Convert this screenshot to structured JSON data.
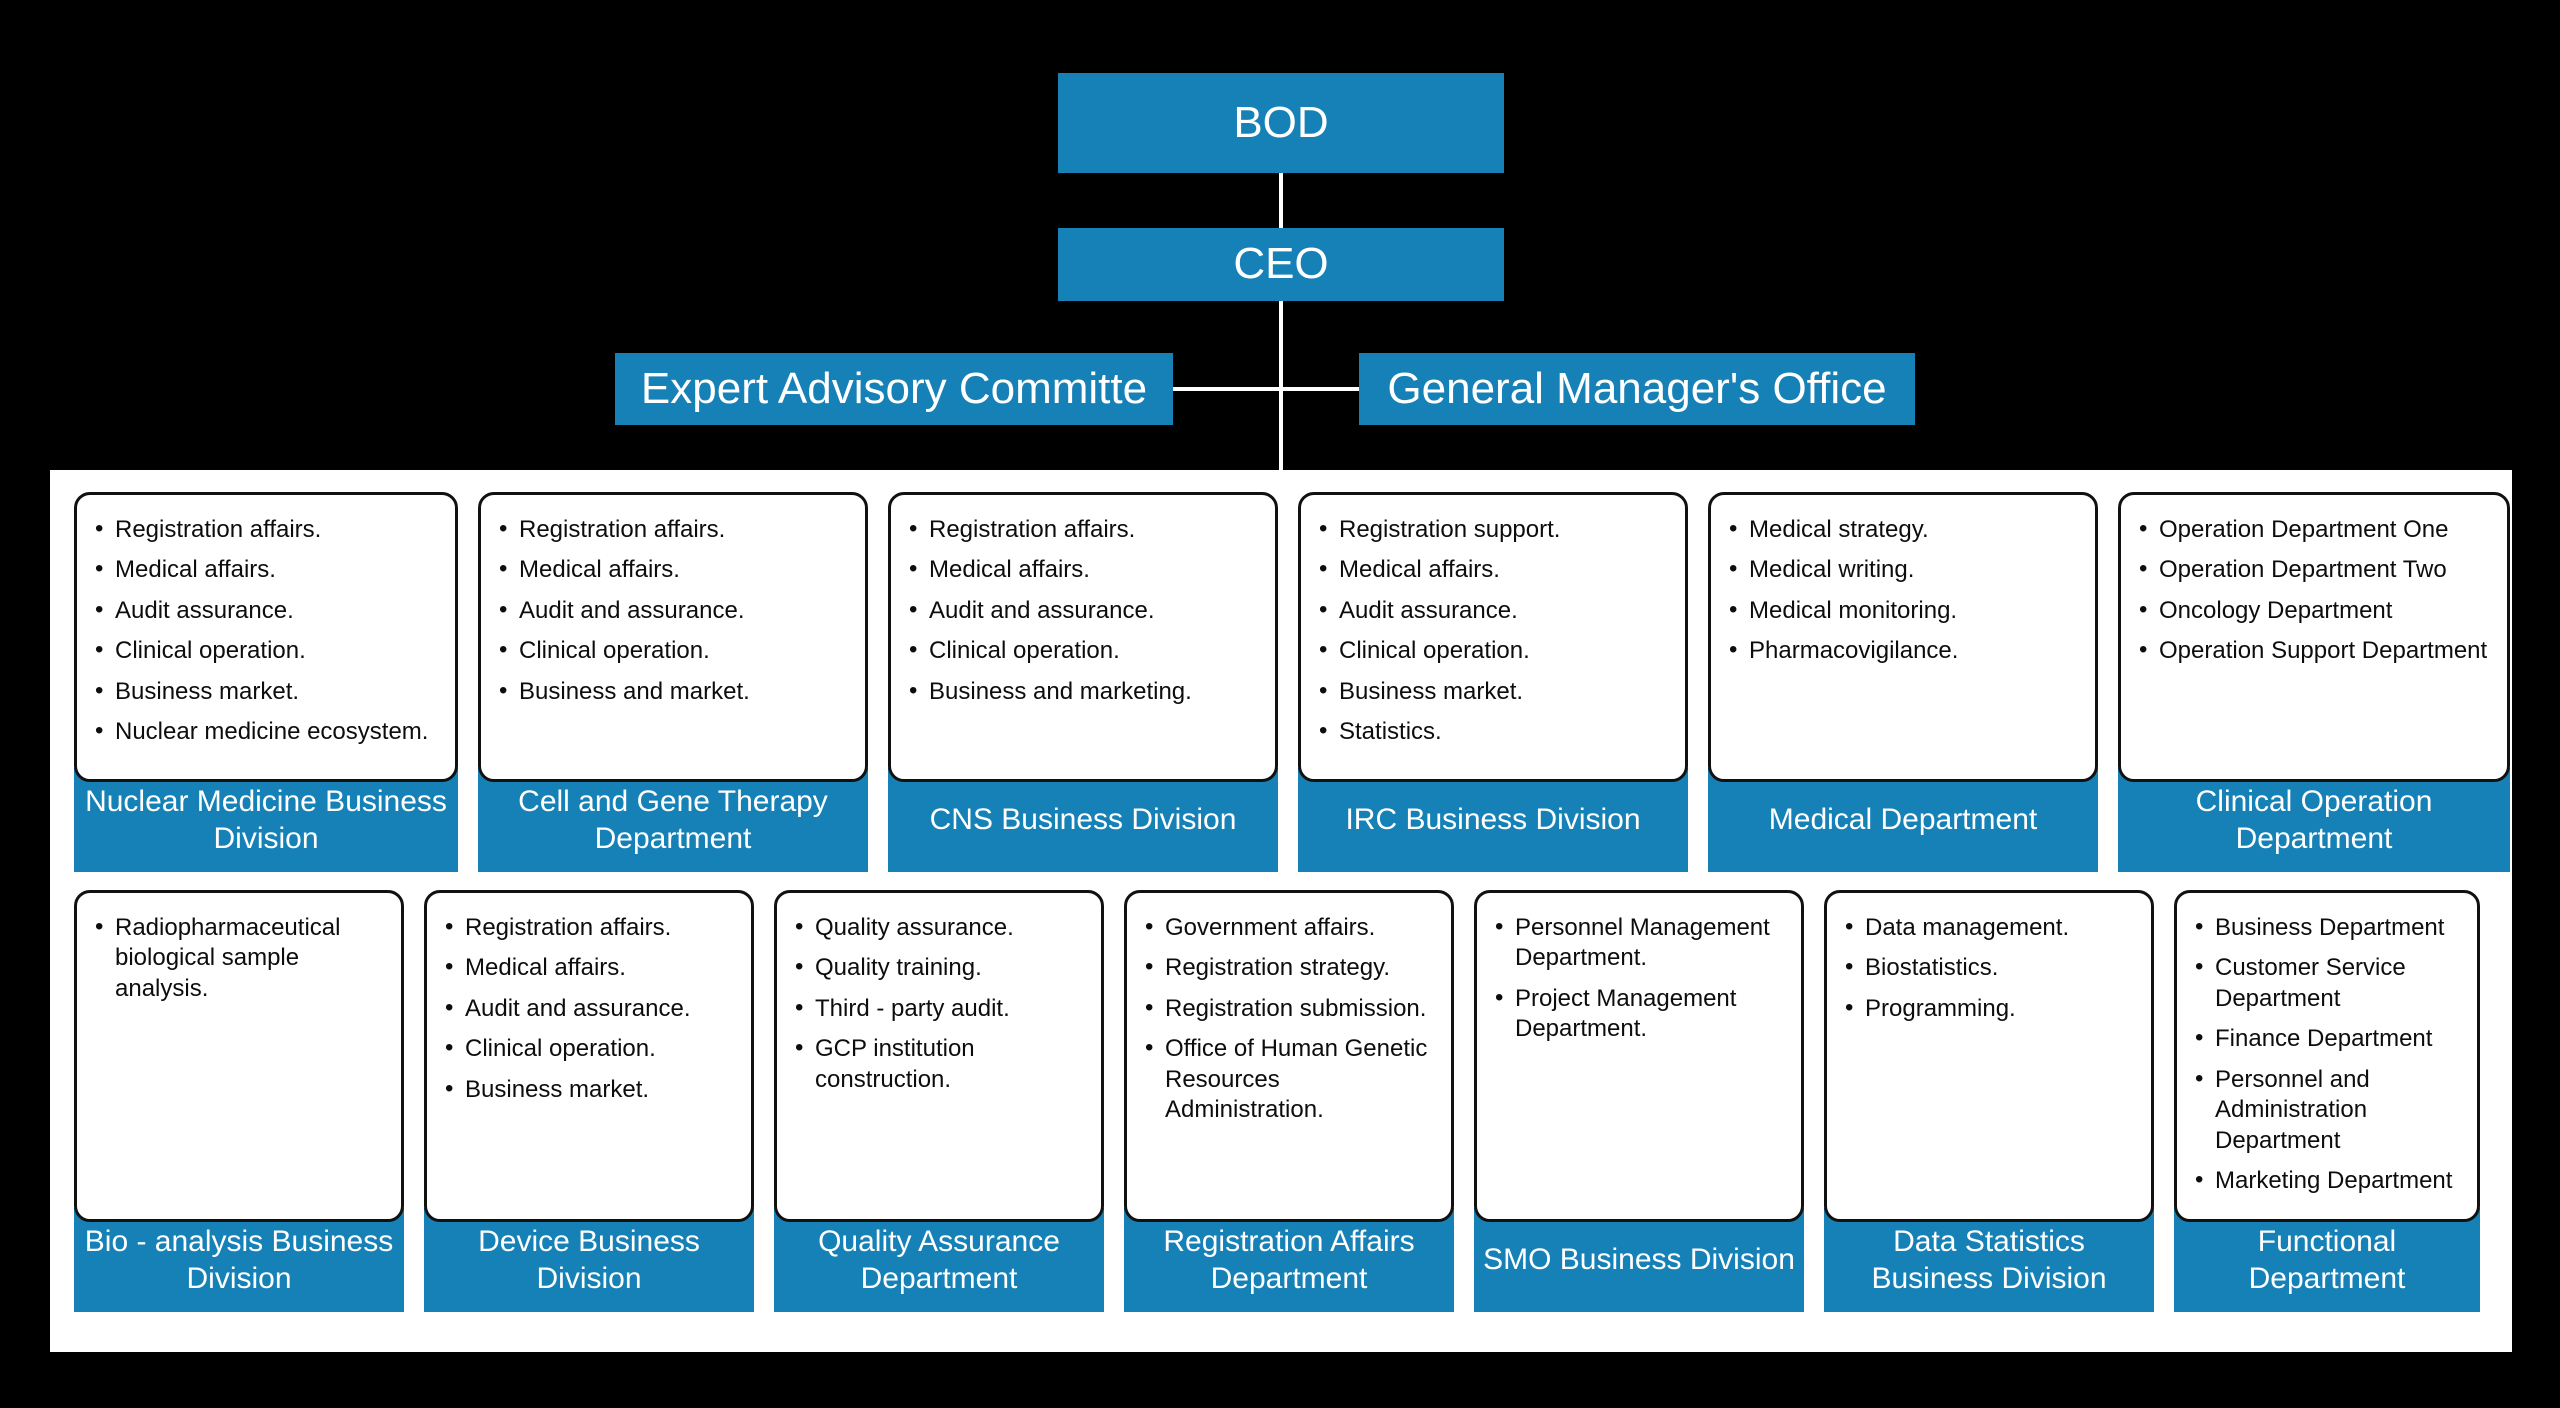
{
  "hierarchy": {
    "bod": "BOD",
    "ceo": "CEO",
    "expert_advisory": "Expert Advisory Committe",
    "general_manager_office": "General Manager's Office"
  },
  "colors": {
    "accent_blue": "#1681b7",
    "card_border": "#111111",
    "panel_background": "#ffffff",
    "page_background": "#000000",
    "connector": "#ffffff"
  },
  "rows": [
    {
      "cards": [
        {
          "title": "Nuclear Medicine Business Division",
          "bullets": [
            "Registration affairs.",
            "Medical affairs.",
            "Audit assurance.",
            "Clinical operation.",
            "Business market.",
            "Nuclear medicine ecosystem."
          ]
        },
        {
          "title": "Cell and Gene Therapy Department",
          "bullets": [
            "Registration affairs.",
            "Medical affairs.",
            "Audit and assurance.",
            "Clinical operation.",
            "Business and market."
          ]
        },
        {
          "title": "CNS Business Division",
          "bullets": [
            "Registration affairs.",
            "Medical affairs.",
            "Audit and assurance.",
            "Clinical operation.",
            "Business and marketing."
          ]
        },
        {
          "title": "IRC Business Division",
          "bullets": [
            "Registration support.",
            "Medical affairs.",
            "Audit assurance.",
            "Clinical operation.",
            "Business market.",
            "Statistics."
          ]
        },
        {
          "title": "Medical Department",
          "bullets": [
            "Medical strategy.",
            "Medical writing.",
            "Medical monitoring.",
            "Pharmacovigilance."
          ]
        },
        {
          "title": "Clinical Operation Department",
          "bullets": [
            "Operation Department One",
            "Operation Department Two",
            "Oncology Department",
            "Operation Support Department"
          ]
        }
      ]
    },
    {
      "cards": [
        {
          "title": "Bio - analysis Business Division",
          "bullets": [
            "Radiopharmaceutical biological sample analysis."
          ]
        },
        {
          "title": "Device Business Division",
          "bullets": [
            "Registration affairs.",
            "Medical affairs.",
            "Audit and assurance.",
            "Clinical operation.",
            "Business market."
          ]
        },
        {
          "title": "Quality Assurance Department",
          "bullets": [
            "Quality assurance.",
            "Quality training.",
            "Third - party audit.",
            "GCP institution construction."
          ]
        },
        {
          "title": "Registration Affairs Department",
          "bullets": [
            "Government affairs.",
            "Registration strategy.",
            "Registration submission.",
            "Office of Human Genetic Resources Administration."
          ]
        },
        {
          "title": "SMO Business Division",
          "bullets": [
            "Personnel Management Department.",
            "Project Management Department."
          ]
        },
        {
          "title": "Data Statistics Business Division",
          "bullets": [
            "Data management.",
            "Biostatistics.",
            "Programming."
          ]
        },
        {
          "title": "Functional Department",
          "bullets": [
            "Business Department",
            "Customer Service Department",
            "Finance Department",
            "Personnel and Administration Department",
            "Marketing Department"
          ]
        }
      ]
    }
  ],
  "layout": {
    "row1_widths": [
      384,
      390,
      390,
      390,
      390,
      392
    ],
    "row2_widths": [
      330,
      330,
      330,
      330,
      330,
      330,
      306
    ]
  }
}
